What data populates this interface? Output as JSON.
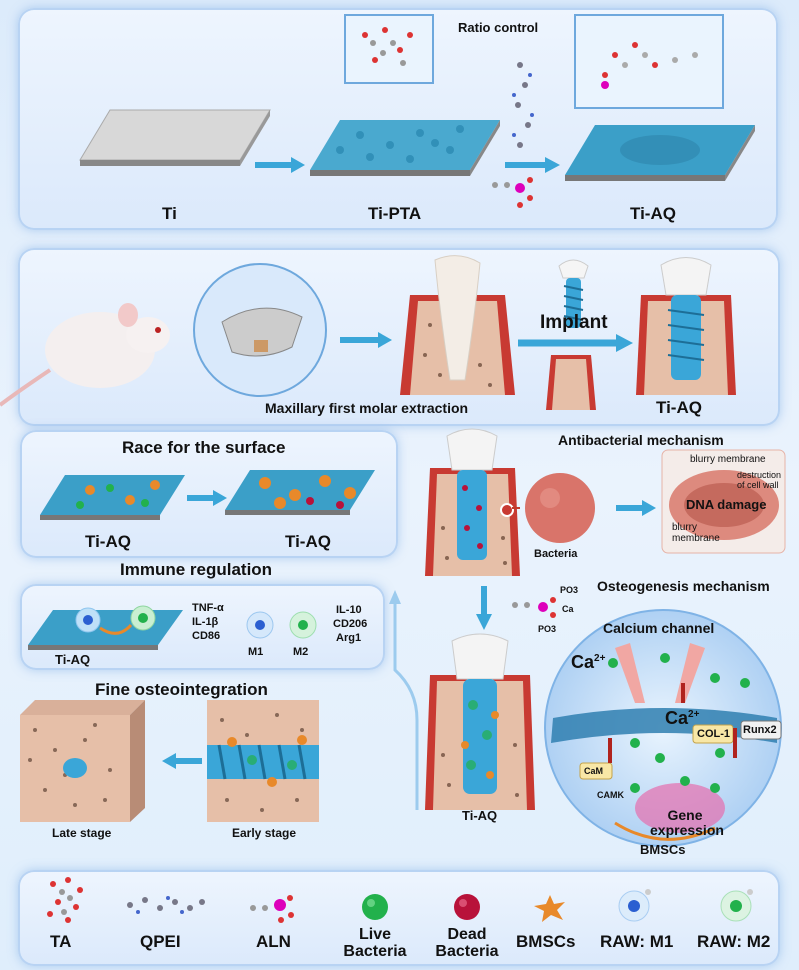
{
  "panel1": {
    "ratio_control": "Ratio control",
    "ti": "Ti",
    "ti_pta": "Ti-PTA",
    "ti_aq": "Ti-AQ"
  },
  "panel2": {
    "implant": "Implant",
    "extraction": "Maxillary first molar extraction",
    "ti_aq": "Ti-AQ"
  },
  "race": {
    "title": "Race for the surface",
    "left_label": "Ti-AQ",
    "right_label": "Ti-AQ"
  },
  "antibacterial": {
    "title": "Antibacterial mechanism",
    "bacteria": "Bacteria",
    "blurry_top": "blurry membrane",
    "destruction": "destruction of cell wall",
    "dna": "DNA damage",
    "blurry_bottom": "blurry membrane"
  },
  "immune": {
    "title": "Immune regulation",
    "ti_aq": "Ti-AQ",
    "m1_markers": [
      "TNF-α",
      "IL-1β",
      "CD86"
    ],
    "m2_markers": [
      "IL-10",
      "CD206",
      "Arg1"
    ],
    "m1": "M1",
    "m2": "M2"
  },
  "osteo": {
    "title": "Osteogenesis mechanism",
    "po3": "PO3",
    "ca": "Ca",
    "calcium_channel": "Calcium channel",
    "ca2_label": "Ca",
    "cam": "CaM",
    "camk": "CAMK",
    "col1": "COL-1",
    "runx2": "Runx2",
    "gene_expression": "Gene expression",
    "bmscs": "BMSCs",
    "ti_aq": "Ti-AQ"
  },
  "fine": {
    "title": "Fine osteointegration",
    "late": "Late stage",
    "early": "Early stage"
  },
  "legend": {
    "items": [
      "TA",
      "QPEI",
      "ALN",
      "Live Bacteria",
      "Dead Bacteria",
      "BMSCs",
      "RAW: M1",
      "RAW: M2"
    ]
  },
  "colors": {
    "coating": "#2a9bc4",
    "bone": "#e6bfa8",
    "gum": "#c83a32",
    "arrow": "#3aa6d8",
    "live": "#22b14c",
    "dead": "#b8123a",
    "bmsc": "#e8892a"
  }
}
